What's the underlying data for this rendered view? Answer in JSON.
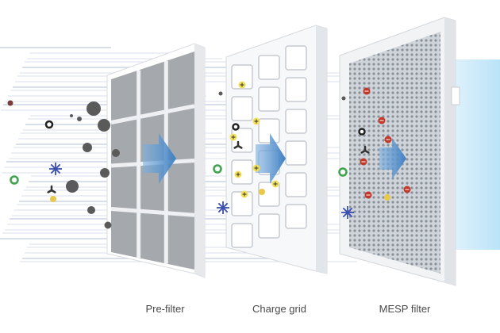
{
  "labels": {
    "pre_filter": "Pre-filter",
    "charge_grid": "Charge grid",
    "mesp_filter": "MESP filter"
  },
  "colors": {
    "airflow": "#b9c6dc",
    "airflow_exit": "#bfe3f7",
    "arrow": "#4a86c5",
    "frame": "#f4f5f7",
    "particle_dark": "#5a5a5a",
    "particle_red": "#c0392b",
    "particle_green": "#3fa34d",
    "particle_yellow": "#e7c84a",
    "virus": "#3a4fb0"
  },
  "icons": {
    "flow_arrow": "right-arrow-icon",
    "pollen": "pollen-icon",
    "virus": "virus-icon",
    "charge": "plus-charge-icon",
    "negative_charge": "minus-charge-icon"
  }
}
